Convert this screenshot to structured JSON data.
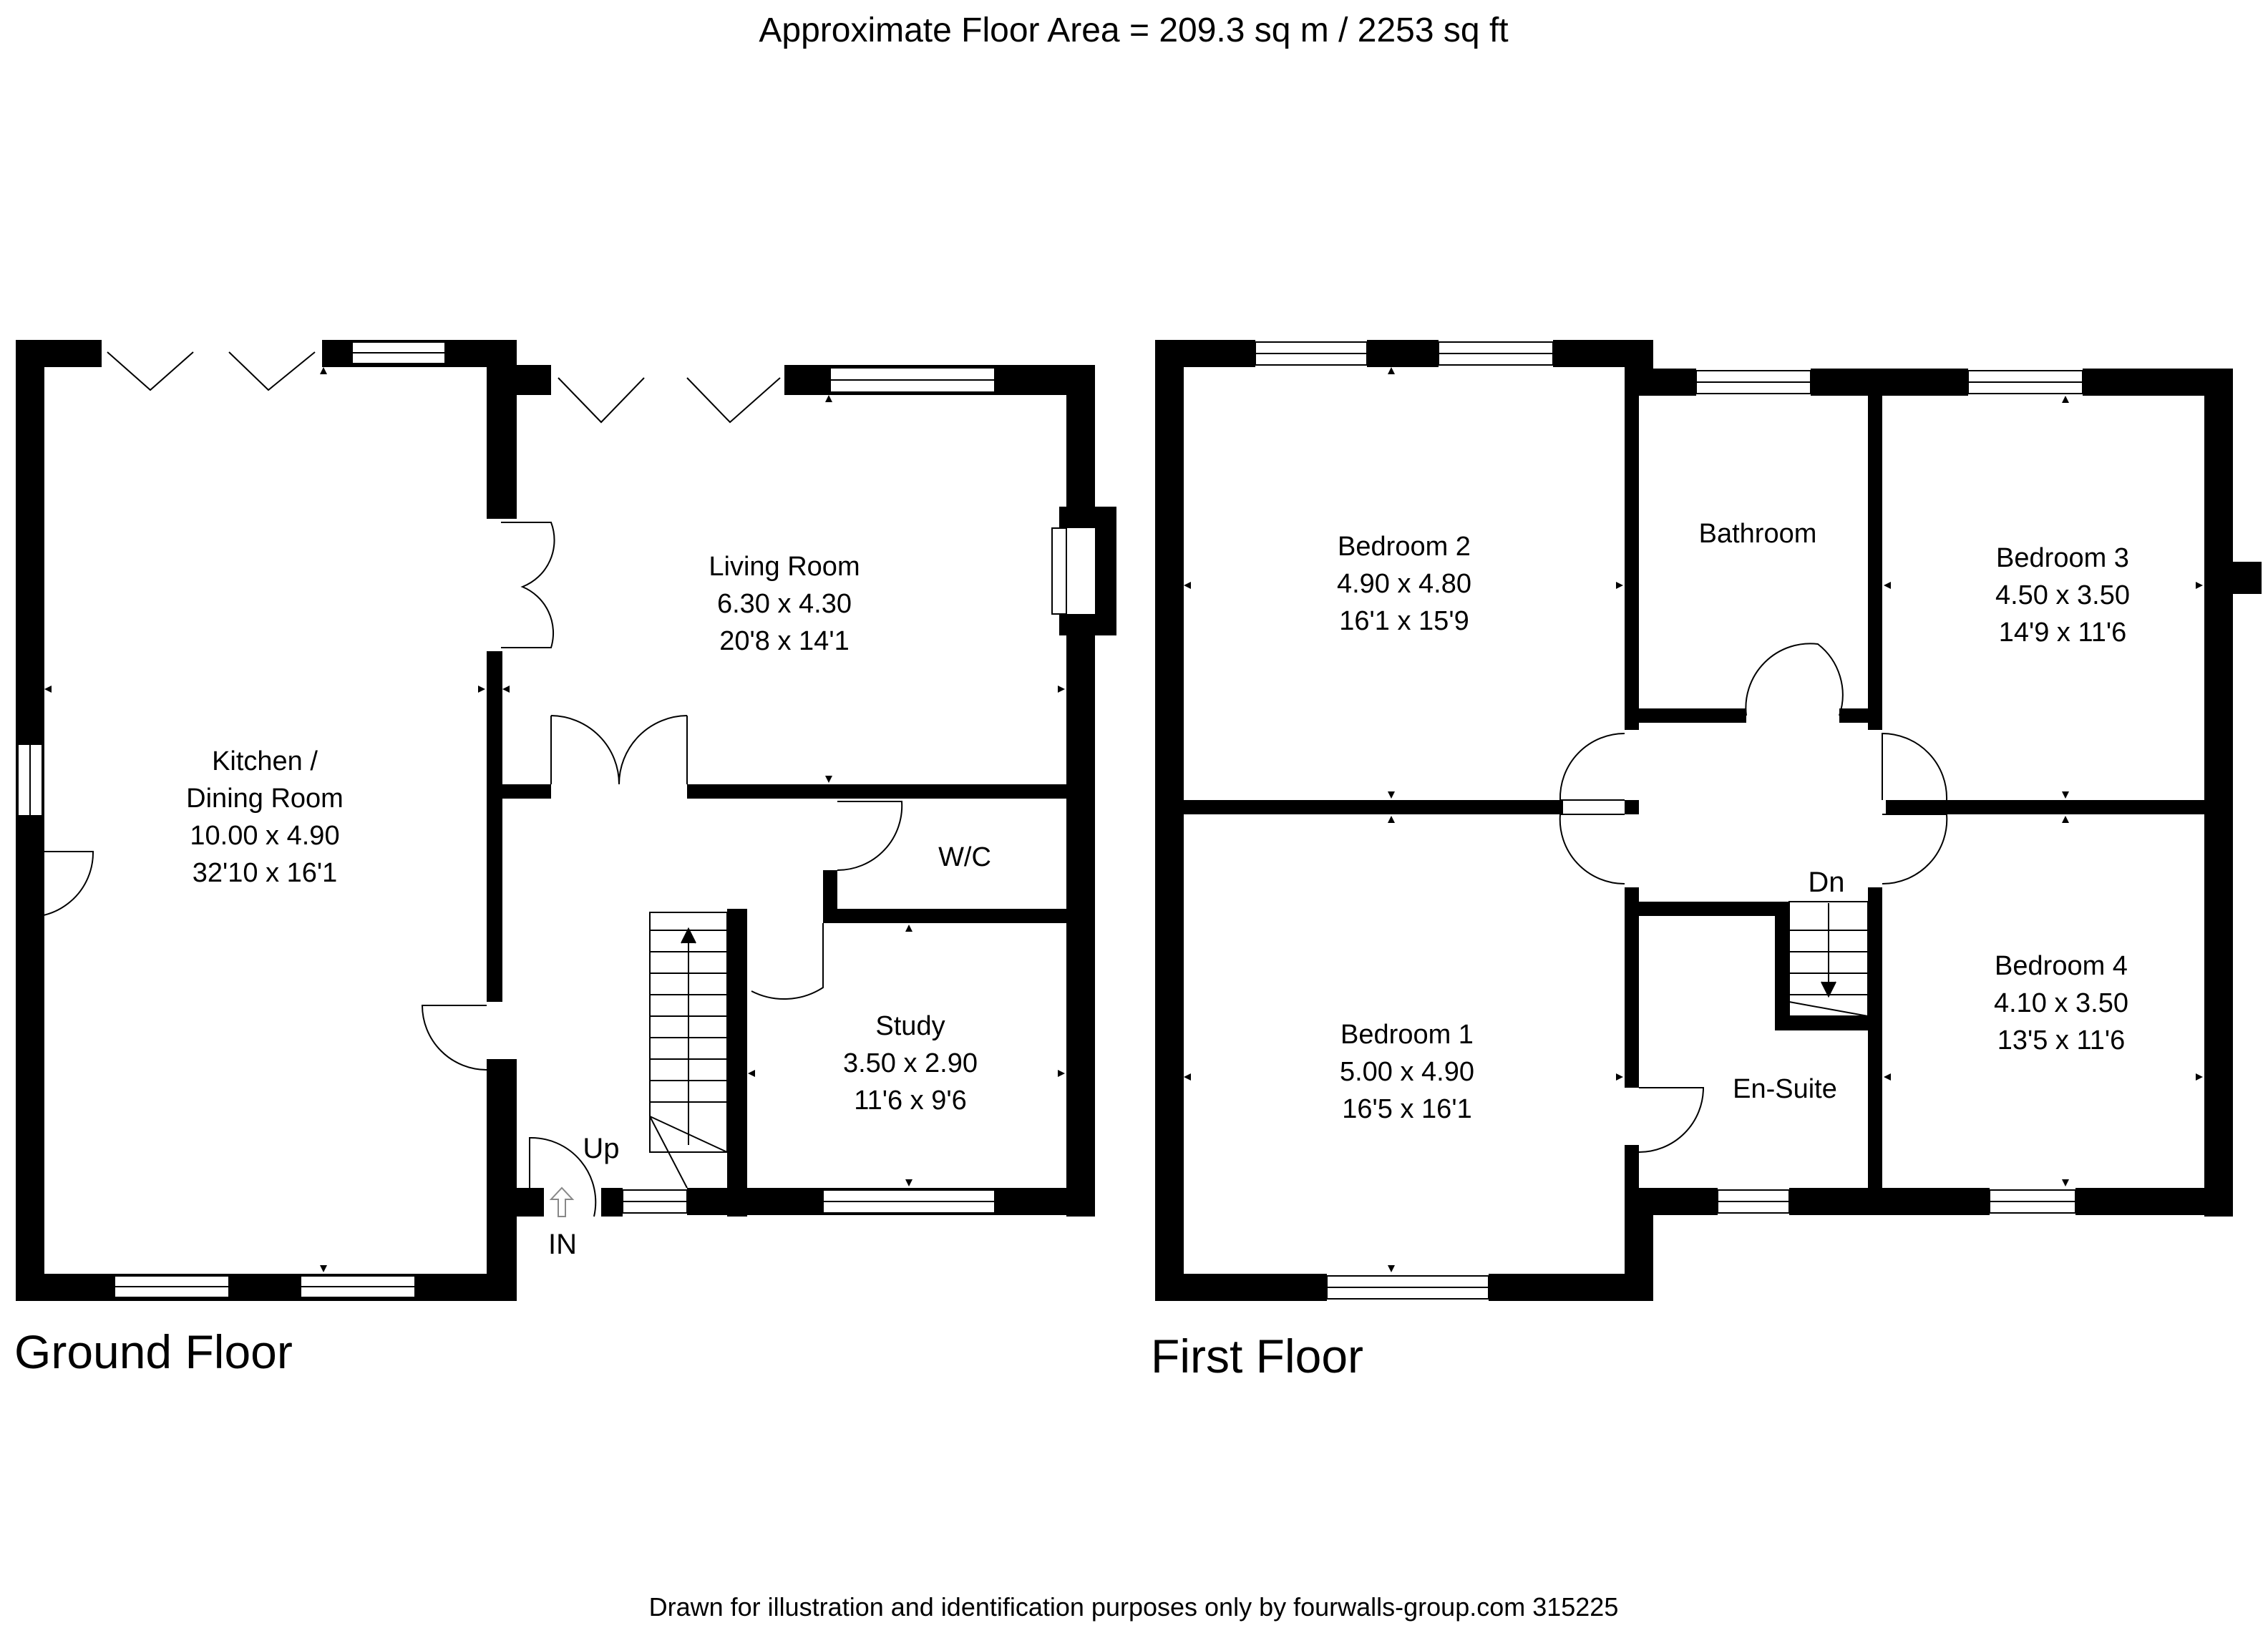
{
  "header": {
    "area": "Approximate Floor Area = 209.3 sq m / 2253 sq ft"
  },
  "floors": {
    "ground": {
      "label": "Ground Floor",
      "rooms": {
        "kitchen": {
          "line1": "Kitchen /",
          "line2": "Dining Room",
          "metric": "10.00 x 4.90",
          "imperial": "32'10 x 16'1"
        },
        "living": {
          "name": "Living Room",
          "metric": "6.30 x 4.30",
          "imperial": "20'8 x 14'1"
        },
        "wc": {
          "name": "W/C"
        },
        "study": {
          "name": "Study",
          "metric": "3.50 x 2.90",
          "imperial": "11'6 x 9'6"
        }
      },
      "stairs_label": "Up",
      "entrance_label": "IN"
    },
    "first": {
      "label": "First Floor",
      "rooms": {
        "bedroom2": {
          "name": "Bedroom 2",
          "metric": "4.90 x 4.80",
          "imperial": "16'1 x 15'9"
        },
        "bathroom": {
          "name": "Bathroom"
        },
        "bedroom3": {
          "name": "Bedroom 3",
          "metric": "4.50 x 3.50",
          "imperial": "14'9 x 11'6"
        },
        "bedroom1": {
          "name": "Bedroom 1",
          "metric": "5.00 x 4.90",
          "imperial": "16'5 x 16'1"
        },
        "ensuite": {
          "name": "En-Suite"
        },
        "bedroom4": {
          "name": "Bedroom 4",
          "metric": "4.10 x 3.50",
          "imperial": "13'5 x 11'6"
        }
      },
      "stairs_label": "Dn"
    }
  },
  "footer": {
    "note": "Drawn for illustration and identification purposes only by fourwalls-group.com 315225"
  }
}
